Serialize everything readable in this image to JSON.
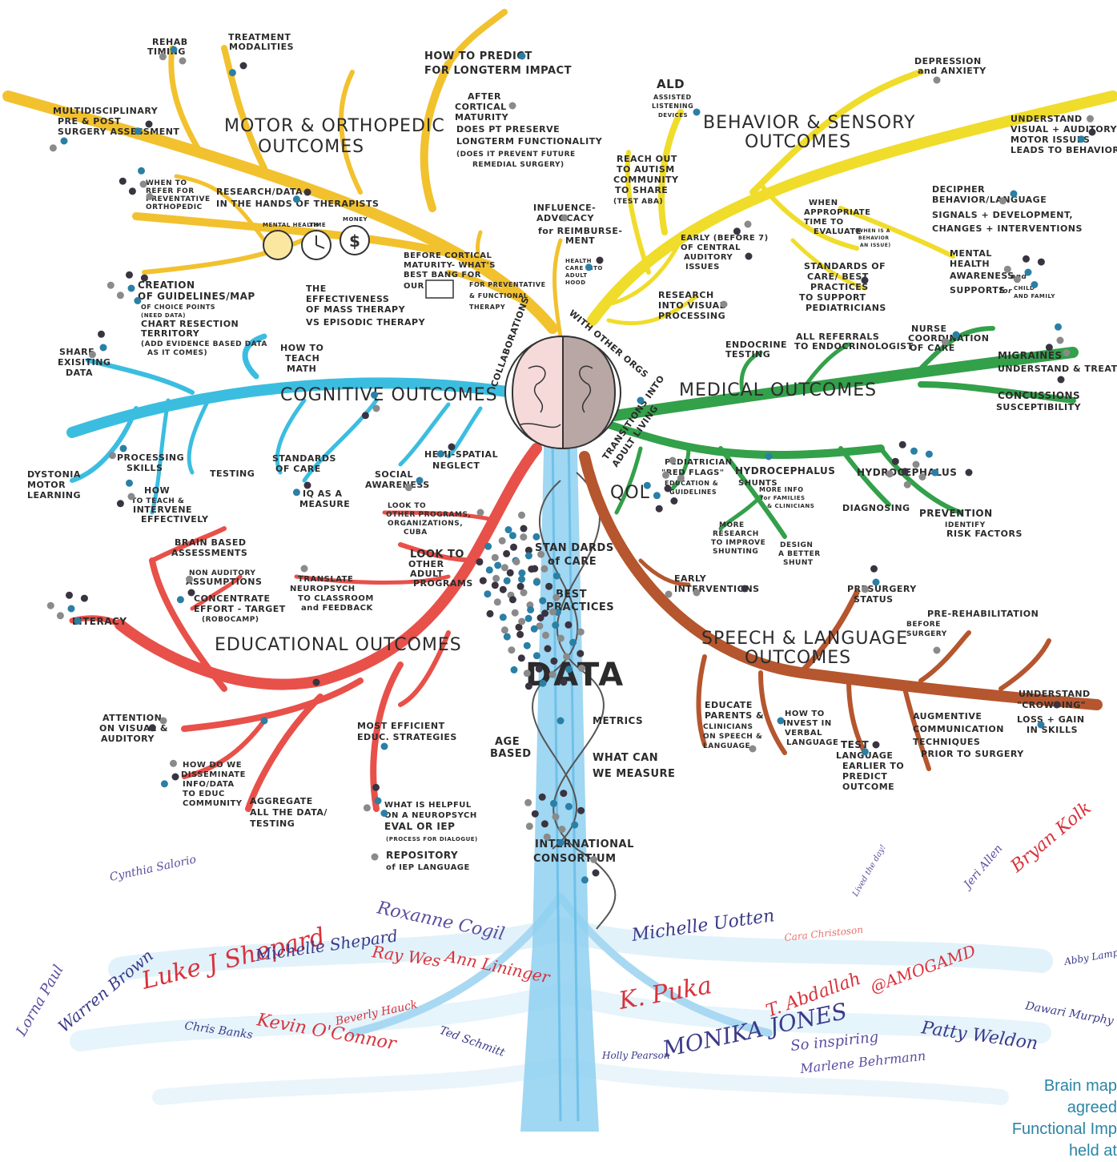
{
  "colors": {
    "motor": "#f2c12e",
    "behavior": "#f0dc2a",
    "cognitive": "#3bbde0",
    "medical": "#33a04a",
    "educational": "#e8504a",
    "speech": "#b5562e",
    "trunk": "#8fd0f0",
    "dot_blue": "#2a7fa5",
    "dot_gray": "#8a8a8a",
    "dot_dark": "#3a3340"
  },
  "brain_ring": {
    "left": "COLLABORATIONS",
    "right": "WITH OTHER ORGS"
  },
  "motor": {
    "title_1": "MOTOR & ORTHOPEDIC",
    "title_2": "OUTCOMES",
    "rehab_1": "REHAB",
    "rehab_2": "TIMING",
    "treat_1": "TREATMENT",
    "treat_2": "MODALITIES",
    "multi_1": "MULTIDISCIPLINARY",
    "multi_2": "PRE & POST",
    "multi_3": "SURGERY ASSESSMENT",
    "predict_1": "HOW TO PREDICT",
    "predict_2": "FOR LONGTERM IMPACT",
    "after_1": "AFTER",
    "after_2": "CORTICAL",
    "after_3": "MATURITY",
    "after_4": "DOES PT PRESERVE",
    "after_5": "LONGTERM FUNCTIONALITY",
    "after_6": "(DOES IT PREVENT FUTURE",
    "after_7": "REMEDIAL SURGERY)",
    "when_1": "WHEN TO",
    "when_2": "REFER FOR",
    "when_3": "PREVENTATIVE",
    "when_4": "ORTHOPEDIC",
    "research_1": "RESEARCH/DATA",
    "research_2": "IN THE HANDS OF THERAPISTS",
    "icon_health": "MENTAL HEALTH",
    "icon_time": "TIME",
    "icon_money": "MONEY",
    "creation_1": "CREATION",
    "creation_2": "OF GUIDELINES/MAP",
    "creation_3": "OF CHOICE POINTS",
    "creation_4": "(NEED DATA)",
    "creation_5": "CHART RESECTION",
    "creation_6": "TERRITORY",
    "creation_7": "(ADD EVIDENCE BASED DATA",
    "creation_8": "AS IT COMES)",
    "eff_1": "THE",
    "eff_2": "EFFECTIVENESS",
    "eff_3": "OF MASS THERAPY",
    "eff_4": "VS EPISODIC THERAPY",
    "before_1": "BEFORE CORTICAL",
    "before_2": "MATURITY- WHAT'S",
    "before_3": "BEST BANG FOR",
    "before_4": "OUR",
    "before_5": "FOR PREVENTATIVE",
    "before_6": "& FUNCTIONAL",
    "before_7": "THERAPY",
    "influence_1": "INFLUENCE-",
    "influence_2": "ADVOCACY",
    "influence_3": "for REIMBURSE-",
    "influence_4": "MENT"
  },
  "behavior": {
    "title_1": "BEHAVIOR & SENSORY",
    "title_2": "OUTCOMES",
    "ald_1": "ALD",
    "ald_2": "ASSISTED",
    "ald_3": "LISTENING",
    "ald_4": "DEVICES",
    "depr_1": "DEPRESSION",
    "depr_2": "and ANXIETY",
    "under_1": "UNDERSTAND",
    "under_2": "VISUAL + AUDITORY +",
    "under_3": "MOTOR ISSUES",
    "under_4": "LEADS TO BEHAVIOR",
    "reach_1": "REACH OUT",
    "reach_2": "TO AUTISM",
    "reach_3": "COMMUNITY",
    "reach_4": "TO SHARE",
    "reach_5": "(TEST ABA)",
    "when_1": "WHEN",
    "when_2": "APPROPRIATE",
    "when_3": "TIME TO",
    "when_4": "EVALUATE",
    "when_5": "(WHEN IS A",
    "when_6": "BEHAVIOR",
    "when_7": "AN ISSUE)",
    "decipher_1": "DECIPHER",
    "decipher_2": "BEHAVIOR/LANGUAGE",
    "decipher_3": "SIGNALS + DEVELOPMENT,",
    "decipher_4": "CHANGES + INTERVENTIONS",
    "early_1": "EARLY (BEFORE 7)",
    "early_2": "OF CENTRAL",
    "early_3": "AUDITORY",
    "early_4": "ISSUES",
    "std_1": "STANDARDS OF",
    "std_2": "CARE/ BEST",
    "std_3": "PRACTICES",
    "std_4": "TO SUPPORT",
    "std_5": "PEDIATRICIANS",
    "mental_1": "MENTAL",
    "mental_2": "HEALTH",
    "mental_3": "AWARENESS",
    "mental_4": "and",
    "mental_5": "SUPPORTS",
    "mental_6": "for",
    "mental_7": "CHILD",
    "mental_8": "AND FAMILY",
    "health_1": "HEALTH",
    "health_2": "CARE INTO",
    "health_3": "ADULT",
    "health_4": "HOOD",
    "visual_1": "RESEARCH",
    "visual_2": "INTO VISUAL",
    "visual_3": "PROCESSING"
  },
  "cognitive": {
    "title": "COGNITIVE  OUTCOMES",
    "share_1": "SHARE",
    "share_2": "EXISITING",
    "share_3": "DATA",
    "math_1": "HOW TO",
    "math_2": "TEACH",
    "math_3": "MATH",
    "proc_1": "PROCESSING",
    "proc_2": "SKILLS",
    "dyst_1": "DYSTONIA",
    "dyst_2": "MOTOR",
    "dyst_3": "LEARNING",
    "testing": "TESTING",
    "std_1": "STANDARDS",
    "std_2": "OF CARE",
    "how_1": "HOW",
    "how_2": "TO TEACH &",
    "how_3": "INTERVENE",
    "how_4": "EFFECTIVELY",
    "iq_1": "IQ AS A",
    "iq_2": "MEASURE",
    "social_1": "SOCIAL",
    "social_2": "AWARENESS",
    "hemi_1": "HEMI-SPATIAL",
    "hemi_2": "NEGLECT"
  },
  "medical": {
    "title": "MEDICAL OUTCOMES",
    "endo_1": "ENDOCRINE",
    "endo_2": "TESTING",
    "refer_1": "ALL REFERRALS",
    "refer_2": "TO ENDOCRINOLOGIST",
    "nurse_1": "NURSE",
    "nurse_2": "COORDINATION",
    "nurse_3": "OF CARE",
    "migr_1": "MIGRAINES",
    "migr_2": "UNDERSTAND & TREAT",
    "conc_1": "CONCUSSIONS",
    "conc_2": "SUSCEPTIBILITY",
    "trans_1": "TRANSITIONS INTO",
    "trans_2": "ADULT LIVING",
    "ped_1": "PEDIATRICIAN",
    "ped_2": "\"RED FLAGS\"",
    "ped_3": "EDUCATION &",
    "ped_4": "GUIDELINES",
    "hydro1_1": "HYDROCEPHALUS",
    "hydro1_2": "SHUNTS",
    "info_1": "MORE INFO",
    "info_2": "for FAMILIES",
    "info_3": "& CLINICIANS",
    "hydro2": "HYDROCEPHALUS",
    "qol": "QOL",
    "diag": "DIAGNOSING",
    "prev_1": "PREVENTION",
    "prev_2": "IDENTIFY",
    "prev_3": "RISK FACTORS",
    "more_1": "MORE",
    "more_2": "RESEARCH",
    "more_3": "TO IMPROVE",
    "more_4": "SHUNTING",
    "design_1": "DESIGN",
    "design_2": "A BETTER",
    "design_3": "SHUNT"
  },
  "educational": {
    "title": "EDUCATIONAL  OUTCOMES",
    "brain_1": "BRAIN BASED",
    "brain_2": "ASSESSMENTS",
    "nonaud_1": "NON AUDITORY",
    "nonaud_2": "ASSUMPTIONS",
    "conc_1": "CONCENTRATE",
    "conc_2": "EFFORT - TARGET",
    "conc_3": "(ROBOCAMP)",
    "literacy": "LITERACY",
    "translate_1": "TRANSLATE",
    "translate_2": "NEUROPSYCH",
    "translate_3": "TO CLASSROOM",
    "translate_4": "and FEEDBACK",
    "look_1": "LOOK TO",
    "look_2": "OTHER PROGRAMS,",
    "look_3": "ORGANIZATIONS,",
    "look_4": "CUBA",
    "adult_1": "LOOK TO",
    "adult_2": "OTHER",
    "adult_3": "ADULT",
    "adult_4": "PROGRAMS",
    "attn_1": "ATTENTION",
    "attn_2": "ON VISUAL &",
    "attn_3": "AUDITORY",
    "most_1": "MOST EFFICIENT",
    "most_2": "EDUC. STRATEGIES",
    "diss_1": "HOW DO WE",
    "diss_2": "DISSEMINATE",
    "diss_3": "INFO/DATA",
    "diss_4": "TO EDUC",
    "diss_5": "COMMUNITY",
    "aggr_1": "AGGREGATE",
    "aggr_2": "ALL THE DATA/",
    "aggr_3": "TESTING",
    "helpful_1": "WHAT IS HELPFUL",
    "helpful_2": "ON A NEUROPSYCH",
    "helpful_3": "EVAL OR IEP",
    "helpful_4": "(PROCESS FOR DIALOGUE)",
    "repo_1": "REPOSITORY",
    "repo_2": "of IEP LANGUAGE"
  },
  "speech": {
    "title_1": "SPEECH & LANGUAGE",
    "title_2": "OUTCOMES",
    "early_1": "EARLY",
    "early_2": "INTERVENTIONS",
    "pres_1": "PRESURGERY",
    "pres_2": "STATUS",
    "prerehab_1": "PRE-REHABILITATION",
    "prerehab_2": "BEFORE",
    "prerehab_3": "SURGERY",
    "crowd_1": "UNDERSTAND",
    "crowd_2": "\"CROWDING\"",
    "loss_1": "LOSS + GAIN",
    "loss_2": "IN SKILLS",
    "edu_1": "EDUCATE",
    "edu_2": "PARENTS &",
    "edu_3": "CLINICIANS",
    "edu_4": "ON SPEECH &",
    "edu_5": "LANGUAGE",
    "invest_1": "HOW TO",
    "invest_2": "INVEST IN",
    "invest_3": "VERBAL",
    "invest_4": "LANGUAGE",
    "test_1": "TEST",
    "test_2": "LANGUAGE",
    "test_3": "EARLIER TO",
    "test_4": "PREDICT",
    "test_5": "OUTCOME",
    "aug_1": "AUGMENTIVE",
    "aug_2": "COMMUNICATION",
    "aug_3": "TECHNIQUES",
    "aug_4": "PRIOR TO SURGERY"
  },
  "trunk": {
    "std_1": "STAN DARDS",
    "std_2": "of CARE",
    "best_1": "BEST",
    "best_2": "PRACTICES",
    "data": "DATA",
    "age_1": "AGE",
    "age_2": "BASED",
    "metrics": "METRICS",
    "what_1": "WHAT CAN",
    "what_2": "WE MEASURE",
    "intl_1": "INTERNATIONAL",
    "intl_2": "CONSORTIUM"
  },
  "signatures": [
    {
      "text": "Cynthia Salorio",
      "color": "#5a4ea0"
    },
    {
      "text": "Roxanne Cogil",
      "color": "#5a4ea0"
    },
    {
      "text": "Luke J Shepard",
      "color": "#d8323c"
    },
    {
      "text": "Michelle Shepard",
      "color": "#3a3a8a"
    },
    {
      "text": "Ray Wes",
      "color": "#d8323c"
    },
    {
      "text": "Ann Lininger",
      "color": "#d8323c"
    },
    {
      "text": "Lorna Paul",
      "color": "#5a4ea0"
    },
    {
      "text": "Warren Brown",
      "color": "#3a3a8a"
    },
    {
      "text": "Chris Banks",
      "color": "#3a3a8a"
    },
    {
      "text": "Kevin O'Connor",
      "color": "#d8323c"
    },
    {
      "text": "Beverly Hauck",
      "color": "#d8323c"
    },
    {
      "text": "Ted Schmitt",
      "color": "#3a3a8a"
    },
    {
      "text": "Michelle Uotten",
      "color": "#3a3a8a"
    },
    {
      "text": "Lived the day!",
      "color": "#5a4ea0"
    },
    {
      "text": "Jeri Allen",
      "color": "#5a4ea0"
    },
    {
      "text": "Bryan Kolk",
      "color": "#d8323c"
    },
    {
      "text": "Cara Christoson",
      "color": "#e8706a"
    },
    {
      "text": "K. Puka",
      "color": "#d8323c"
    },
    {
      "text": "MONIKA JONES",
      "color": "#3a3a8a"
    },
    {
      "text": "T. Abdallah",
      "color": "#d8323c"
    },
    {
      "text": "@AMOGAMD",
      "color": "#d8323c"
    },
    {
      "text": "Patty Weldon",
      "color": "#3a3a8a"
    },
    {
      "text": "Dawari Murphy",
      "color": "#3a3a8a"
    },
    {
      "text": "Abby Lampl",
      "color": "#3a3a8a"
    },
    {
      "text": "Holly Pearson",
      "color": "#3a3a8a"
    },
    {
      "text": "So inspiring",
      "color": "#5a4ea0"
    },
    {
      "text": "Marlene Behrmann",
      "color": "#5a4ea0"
    }
  ],
  "caption": {
    "line_1": "Brain map",
    "line_2": "agreed",
    "line_3": "Functional Imp",
    "line_4": "held at"
  }
}
